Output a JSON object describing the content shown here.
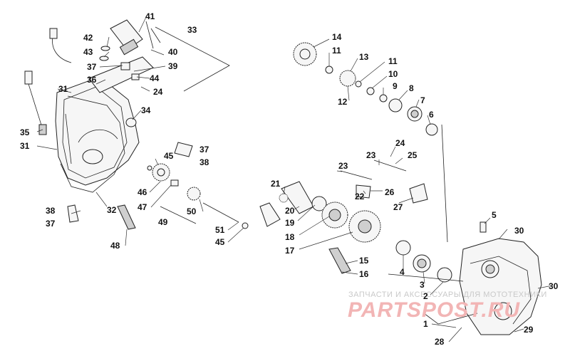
{
  "labels": [
    {
      "id": "41",
      "text": "41"
    },
    {
      "id": "33",
      "text": "33"
    },
    {
      "id": "42",
      "text": "42"
    },
    {
      "id": "40",
      "text": "40"
    },
    {
      "id": "43",
      "text": "43"
    },
    {
      "id": "37a",
      "text": "37"
    },
    {
      "id": "39",
      "text": "39"
    },
    {
      "id": "36",
      "text": "36"
    },
    {
      "id": "44",
      "text": "44"
    },
    {
      "id": "31a",
      "text": "31"
    },
    {
      "id": "24a",
      "text": "24"
    },
    {
      "id": "34",
      "text": "34"
    },
    {
      "id": "35",
      "text": "35"
    },
    {
      "id": "31b",
      "text": "31"
    },
    {
      "id": "37b",
      "text": "37"
    },
    {
      "id": "45a",
      "text": "45"
    },
    {
      "id": "38a",
      "text": "38"
    },
    {
      "id": "46",
      "text": "46"
    },
    {
      "id": "47",
      "text": "47"
    },
    {
      "id": "32",
      "text": "32"
    },
    {
      "id": "38b",
      "text": "38"
    },
    {
      "id": "50",
      "text": "50"
    },
    {
      "id": "37c",
      "text": "37"
    },
    {
      "id": "49",
      "text": "49"
    },
    {
      "id": "51",
      "text": "51"
    },
    {
      "id": "45b",
      "text": "45"
    },
    {
      "id": "48",
      "text": "48"
    },
    {
      "id": "14",
      "text": "14"
    },
    {
      "id": "11a",
      "text": "11"
    },
    {
      "id": "13",
      "text": "13"
    },
    {
      "id": "11b",
      "text": "11"
    },
    {
      "id": "10",
      "text": "10"
    },
    {
      "id": "9",
      "text": "9"
    },
    {
      "id": "8",
      "text": "8"
    },
    {
      "id": "12",
      "text": "12"
    },
    {
      "id": "7",
      "text": "7"
    },
    {
      "id": "6",
      "text": "6"
    },
    {
      "id": "24b",
      "text": "24"
    },
    {
      "id": "23a",
      "text": "23"
    },
    {
      "id": "25",
      "text": "25"
    },
    {
      "id": "23b",
      "text": "23"
    },
    {
      "id": "21",
      "text": "21"
    },
    {
      "id": "26",
      "text": "26"
    },
    {
      "id": "22",
      "text": "22"
    },
    {
      "id": "27",
      "text": "27"
    },
    {
      "id": "20",
      "text": "20"
    },
    {
      "id": "19",
      "text": "19"
    },
    {
      "id": "5",
      "text": "5"
    },
    {
      "id": "18",
      "text": "18"
    },
    {
      "id": "30a",
      "text": "30"
    },
    {
      "id": "17",
      "text": "17"
    },
    {
      "id": "15",
      "text": "15"
    },
    {
      "id": "16",
      "text": "16"
    },
    {
      "id": "4",
      "text": "4"
    },
    {
      "id": "3",
      "text": "3"
    },
    {
      "id": "2",
      "text": "2"
    },
    {
      "id": "30b",
      "text": "30"
    },
    {
      "id": "1",
      "text": "1"
    },
    {
      "id": "28",
      "text": "28"
    },
    {
      "id": "29",
      "text": "29"
    }
  ],
  "watermark": {
    "caption": "ЗАПЧАСТИ И АКСЕССУАРЫ ДЛЯ МОТОТЕХНИКИ",
    "brand": "PARTSPOST.RU"
  }
}
